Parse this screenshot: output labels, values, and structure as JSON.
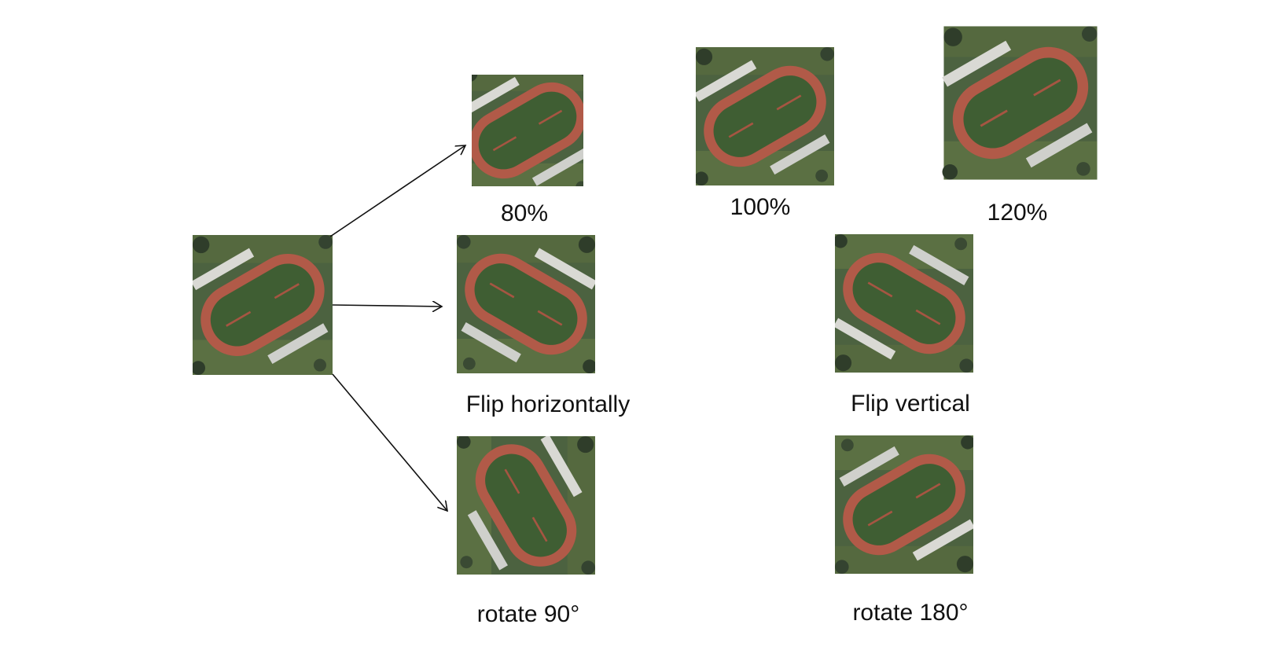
{
  "diagram": {
    "source_image": {
      "label": ""
    },
    "variants": [
      {
        "id": "scale-80",
        "caption": "80%"
      },
      {
        "id": "scale-100",
        "caption": "100%"
      },
      {
        "id": "scale-120",
        "caption": "120%"
      },
      {
        "id": "flip-h",
        "caption": "Flip horizontally"
      },
      {
        "id": "flip-v",
        "caption": "Flip vertical"
      },
      {
        "id": "rot-90",
        "caption": "rotate 90°"
      },
      {
        "id": "rot-180",
        "caption": "rotate 180°"
      }
    ],
    "colors": {
      "grass": "#3f5e33",
      "track": "#b15a48",
      "stands": "#d9d9d4",
      "surround": "#4a5e3c",
      "arrow": "#111111"
    }
  }
}
